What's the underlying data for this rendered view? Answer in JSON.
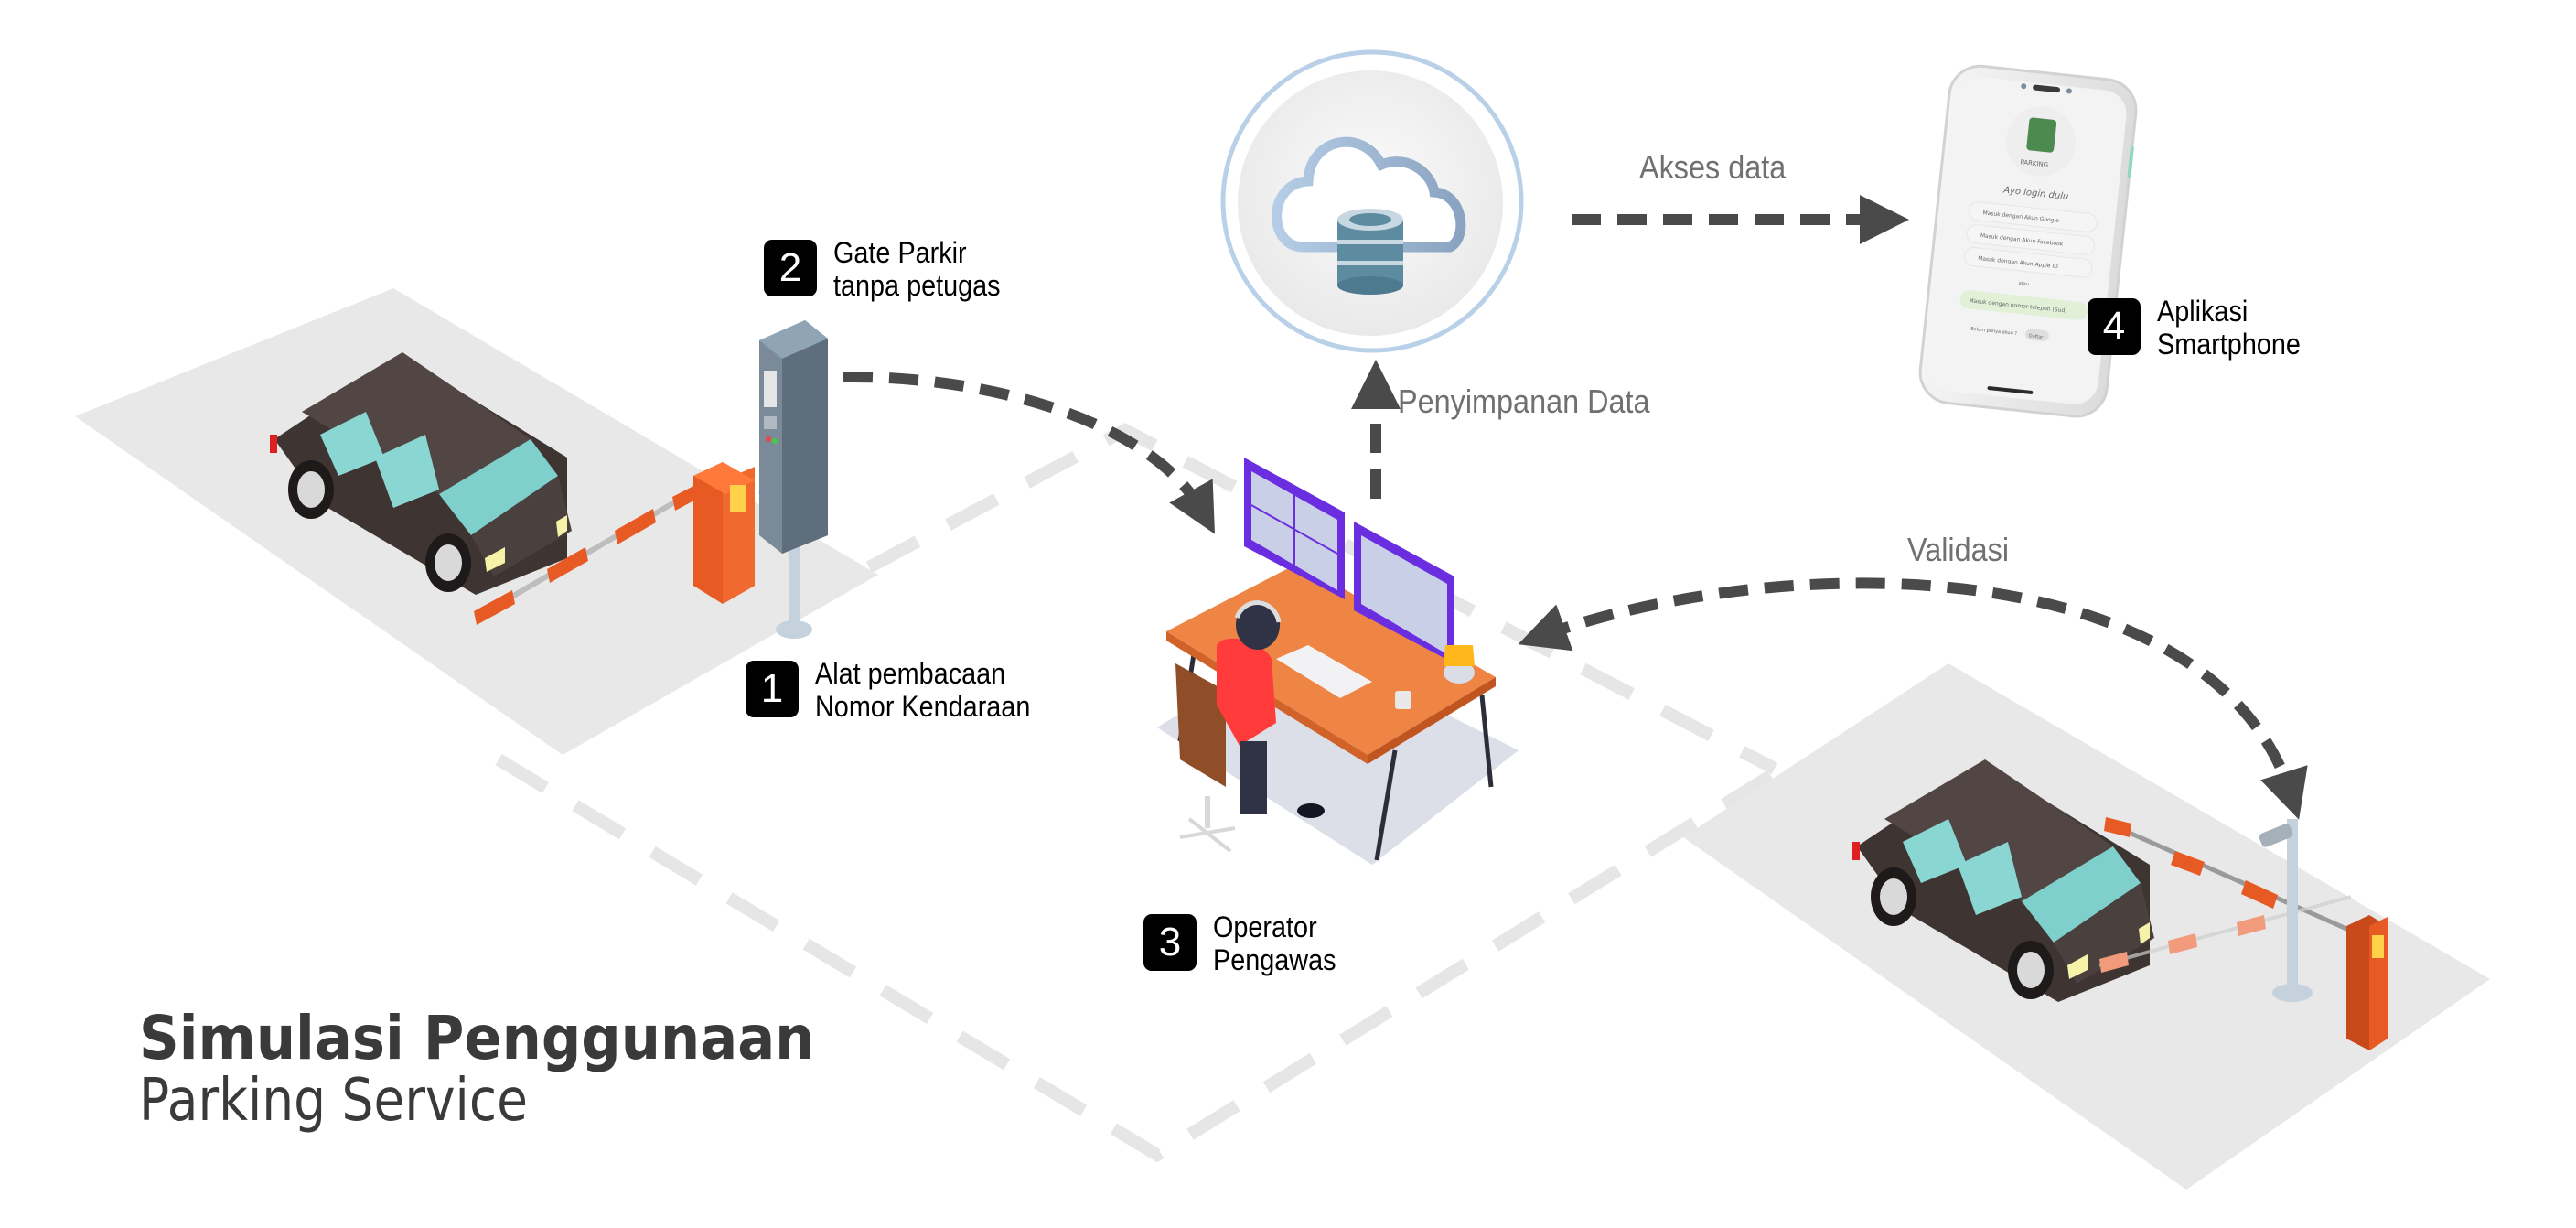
{
  "title": {
    "main": "Simulasi Penggunaan",
    "sub": "Parking Service"
  },
  "steps": [
    {
      "number": "1",
      "line1": "Alat pembacaan",
      "line2": "Nomor Kendaraan"
    },
    {
      "number": "2",
      "line1": "Gate Parkir",
      "line2": "tanpa petugas"
    },
    {
      "number": "3",
      "line1": "Operator",
      "line2": "Pengawas"
    },
    {
      "number": "4",
      "line1": "Aplikasi",
      "line2": "Smartphone"
    }
  ],
  "flows": {
    "storage": "Penyimpanan Data",
    "access": "Akses data",
    "validation": "Validasi"
  },
  "icons": {
    "cloud": "cloud-database-icon",
    "car": "car-icon",
    "gate": "barrier-gate-icon",
    "camera": "lpr-camera-icon",
    "ticket_machine": "parking-ticket-machine-icon",
    "operator": "operator-desk-icon",
    "phone": "smartphone-icon"
  },
  "phone_screen": {
    "brand": "PARKING",
    "heading": "Ayo login dulu",
    "buttons": [
      {
        "icon": "google-icon",
        "label": "Masuk dengan Akun Google"
      },
      {
        "icon": "facebook-icon",
        "label": "Masuk dengan Akun Facebook"
      },
      {
        "icon": "apple-icon",
        "label": "Masuk dengan Akun Apple ID"
      }
    ],
    "divider": "atau",
    "phone_login": "Masuk dengan nomor telepon (Sud)",
    "register_prompt": "Belum punya akun ?",
    "register_button": "Daftar"
  },
  "colors": {
    "arrow": "#4a4a4a",
    "floor": "#e8e8e8",
    "floor_dash": "#e6e6e6",
    "gate_orange": "#e85a24",
    "car_body": "#4a403e",
    "car_glass": "#7fd0cc",
    "cloud_ring": "#b8d0e8",
    "monitor": "#6a2ee0",
    "desk": "#ef8545",
    "shirt": "#ff3b3b",
    "title": "#3a3a3a",
    "flow_text": "#707070"
  }
}
